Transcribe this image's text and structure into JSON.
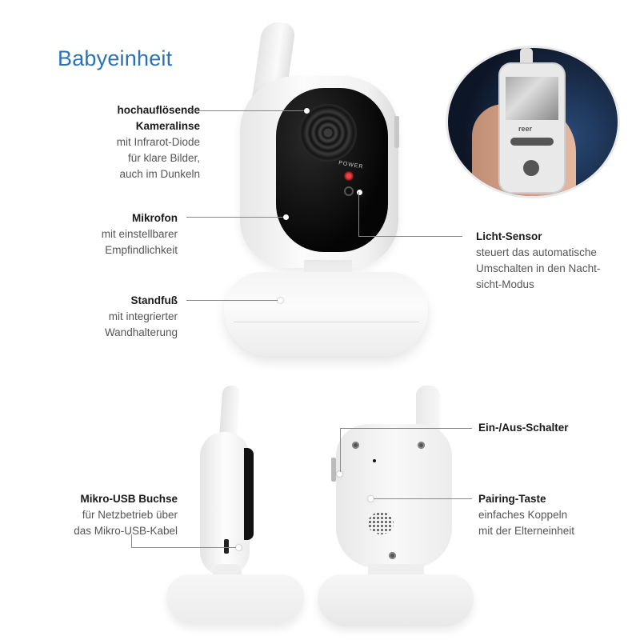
{
  "title": "Babyeinheit",
  "brand_color": "#2a72b8",
  "callouts": {
    "lens": {
      "heading_line1": "hochauflösende",
      "heading_line2": "Kameralinse",
      "desc_line1": "mit Infrarot-Diode",
      "desc_line2": "für klare Bilder,",
      "desc_line3": "auch im Dunkeln"
    },
    "mic": {
      "heading": "Mikrofon",
      "desc_line1": "mit einstellbarer",
      "desc_line2": "Empfindlichkeit"
    },
    "stand": {
      "heading": "Standfuß",
      "desc_line1": "mit integrierter",
      "desc_line2": "Wandhalterung"
    },
    "light_sensor": {
      "heading": "Licht-Sensor",
      "desc_line1": "steuert das automatische",
      "desc_line2": "Umschalten in den Nacht-",
      "desc_line3": "sicht-Modus"
    },
    "usb": {
      "heading": "Mikro-USB Buchse",
      "desc_line1": "für Netzbetrieb über",
      "desc_line2": "das Mikro-USB-Kabel"
    },
    "power_switch": {
      "heading": "Ein-/Aus-Schalter"
    },
    "pairing": {
      "heading": "Pairing-Taste",
      "desc_line1": "einfaches Koppeln",
      "desc_line2": "mit der Elterneinheit"
    }
  },
  "device": {
    "power_label": "POWER",
    "parent_unit_brand": "reer"
  }
}
